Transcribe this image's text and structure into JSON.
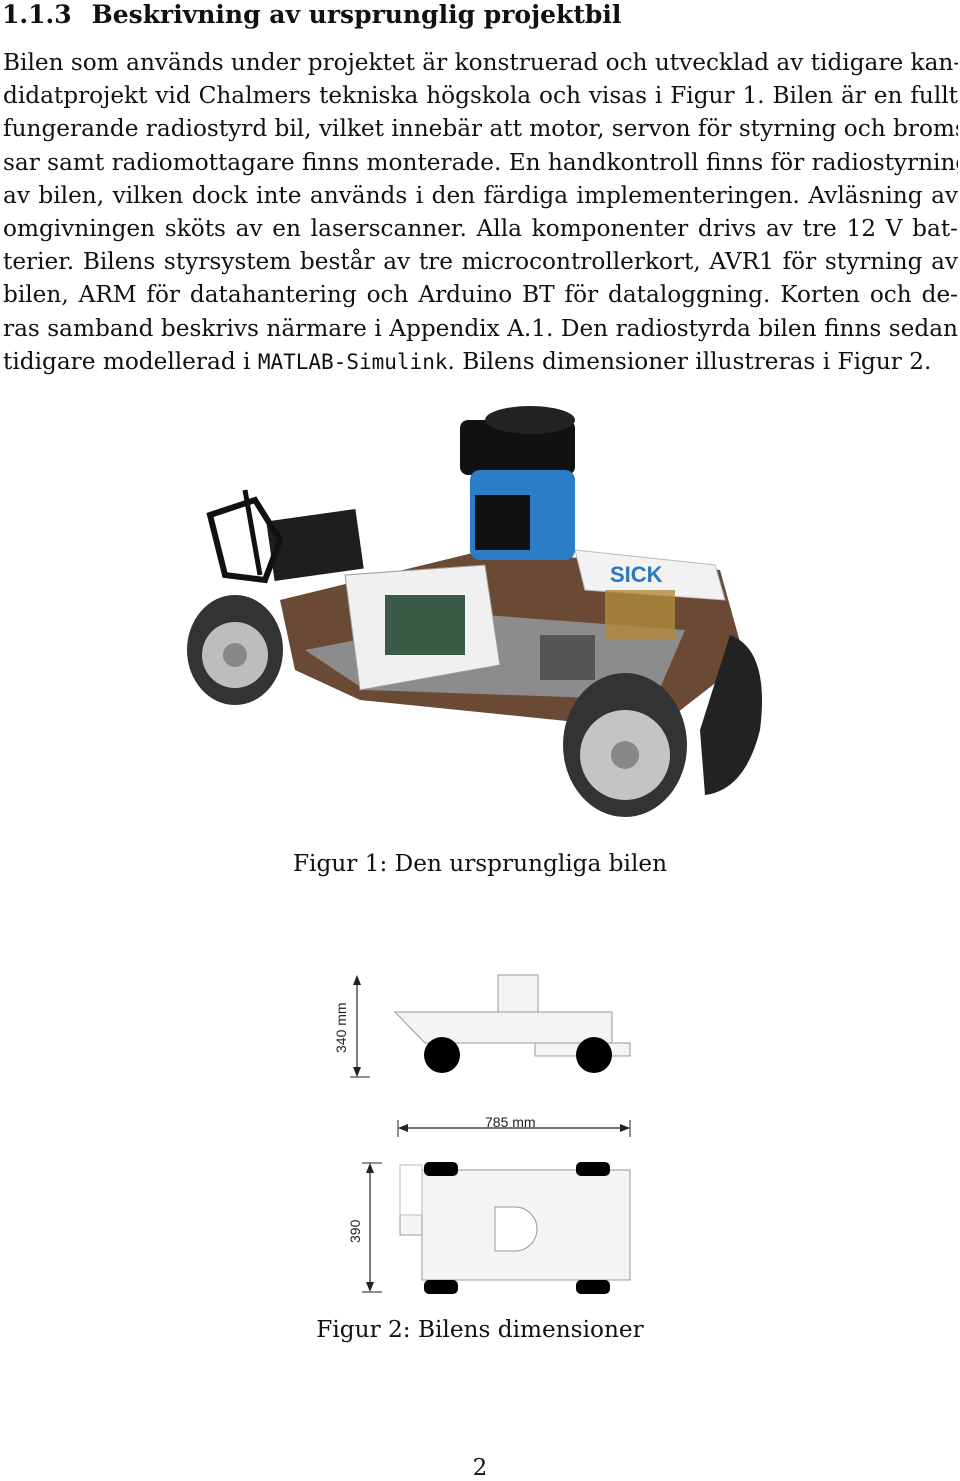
{
  "section": {
    "number": "1.1.3",
    "title": "Beskrivning av ursprunglig projektbil"
  },
  "paragraph": {
    "lines": [
      "Bilen som används under projektet är konstruerad och utvecklad av tidigare kan-",
      "didatprojekt vid Chalmers tekniska högskola och visas i Figur 1. Bilen är en fullt",
      "fungerande radiostyrd bil, vilket innebär att motor, servon för styrning och broms-",
      "sar samt radiomottagare finns monterade. En handkontroll finns för radiostyrning",
      "av bilen, vilken dock inte används i den färdiga implementeringen. Avläsning av",
      "omgivningen sköts av en laserscanner. Alla komponenter drivs av tre 12 V bat-",
      "terier. Bilens styrsystem består av tre microcontrollerkort, AVR1 för styrning av",
      "bilen, ARM för datahantering och Arduino BT för dataloggning. Korten och de-",
      "ras samband beskrivs närmare i Appendix A.1. Den radiostyrda bilen finns sedan"
    ],
    "last_line_before": "tidigare modellerad i ",
    "last_line_code": "MATLAB-Simulink",
    "last_line_after": ". Bilens dimensioner illustreras i Figur 2."
  },
  "figure1": {
    "photo_label": "SICK",
    "caption": "Figur 1: Den ursprungliga bilen"
  },
  "figure2": {
    "height_label": "340 mm",
    "length_label": "785 mm",
    "width_label": "390",
    "caption": "Figur 2:  Bilens dimensioner"
  },
  "page_number": "2"
}
